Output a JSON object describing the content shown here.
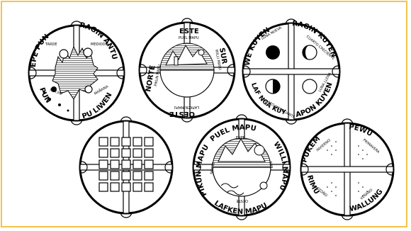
{
  "disc1": {
    "top_left": "EPE PUN",
    "top_left_sub": "TARDE",
    "top_right": "RAGIN ANTU",
    "top_right_sub": "MEDIODIA",
    "bottom_left": "PUN",
    "bottom_left_sub": "NOCHE",
    "bottom_right": "PU LIWEN",
    "bottom_right_sub": "MAÑANA"
  },
  "disc2": {
    "top": "ESTE",
    "top_sub": "PUEL MAPU",
    "left": "NORTE",
    "left_sub": "PIKUN MAPU",
    "right": "SUR",
    "right_sub": "WILLI MAPU",
    "bottom": "OESTE",
    "bottom_sub": "LAFKEN MAPU"
  },
  "disc3": {
    "top_left": "WE KUYEN",
    "top_left_sub": "LUNA NUEVA",
    "top_right": "RAGIN KUYEN",
    "top_right_sub": "CUARTO CRECIENTE",
    "bottom_left": "LAF NGA KUYEN",
    "bottom_left_sub": "CUARTO MENGUANTE",
    "bottom_right": "APON KUYEN",
    "bottom_right_sub": "LUNA LLENA"
  },
  "disc5": {
    "top": "PUEL MAPU",
    "top_sub": "ESTE",
    "left": "PIKUN MAPU",
    "left_sub": "NORTE",
    "right": "WILLI MAPU",
    "right_sub": "SUR",
    "bottom": "LAFKEN MAPU",
    "bottom_sub": "OESTE"
  },
  "disc6": {
    "top_left": "PUKEM",
    "top_left_sub": "INVIERNO",
    "top_right": "PEWU",
    "top_right_sub": "PRIMAVERA",
    "bottom_left": "RIMU",
    "bottom_left_sub": "OTOÑO",
    "bottom_right": "WALLUNG",
    "bottom_right_sub": "VERANO"
  },
  "colors": {
    "frame": "#f6c24a",
    "ink": "#000000",
    "fill_gray": "#9a9a9a"
  }
}
